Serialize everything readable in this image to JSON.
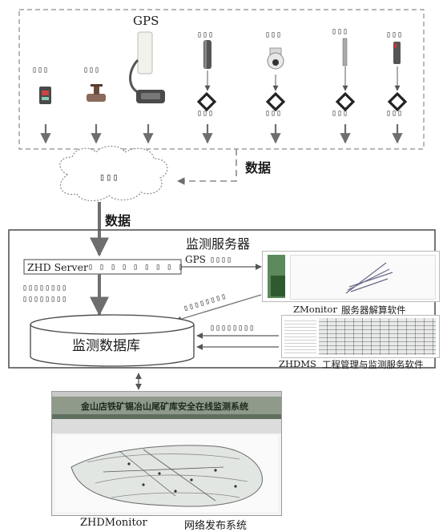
{
  "top_group": {
    "gps_label": "GPS",
    "data_arrow_label": "数据"
  },
  "cloud": {
    "label": "▯▯▯"
  },
  "upload_label": "数据",
  "server_box": {
    "title": "监测服务器",
    "zhd_server": "ZHD Server",
    "zhd_server_tail": "▯ ▯ ▯ ▯ ▯ ▯ ▯ ▯ ▯",
    "gps_link_label": "GPS",
    "gps_link_tail": "▯▯▯▯",
    "database": "监测数据库",
    "zmonitor_name": "ZMonitor",
    "zmonitor_desc": "服务器解算软件",
    "zhdms_name": "ZHDMS",
    "zhdms_desc": "工程管理与监测服务软件"
  },
  "web_screenshot": {
    "banner": "金山店铁矿锡冶山尾矿库安全在线监测系统"
  },
  "bottom": {
    "zhdmonitor": "ZHDMonitor",
    "publish": "网络发布系统"
  },
  "icons": [
    "sensor-box-icon",
    "valve-icon",
    "gps-receiver-icon",
    "cylinder-sensor-icon",
    "dome-camera-icon",
    "rod-sensor-icon",
    "probe-sensor-icon",
    "transmitter-icon"
  ]
}
